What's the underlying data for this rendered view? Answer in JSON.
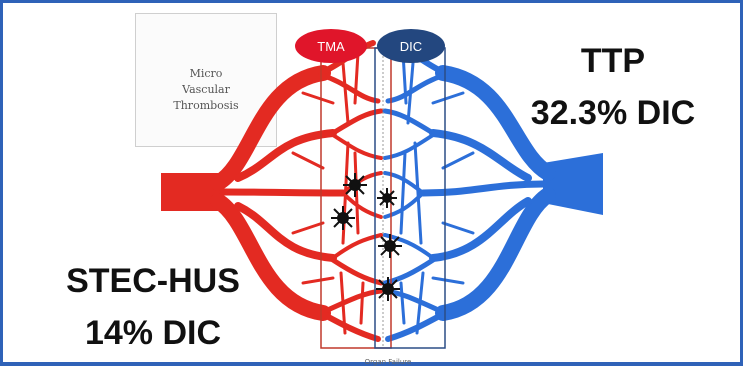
{
  "box": {
    "line1": "Micro",
    "line2": "Vascular",
    "line3": "Thrombosis"
  },
  "pills": {
    "tma": "TMA",
    "dic": "DIC"
  },
  "ttp": {
    "line1": "TTP",
    "line2": "32.3% DIC"
  },
  "stec": {
    "line1": "STEC-HUS",
    "line2": "14% DIC"
  },
  "bottom_label": "Organ Failure",
  "colors": {
    "border": "#2f62b8",
    "red": "#e32a22",
    "blue": "#2c6fd9",
    "tma_pill": "#e0152a",
    "dic_pill": "#23477f"
  }
}
